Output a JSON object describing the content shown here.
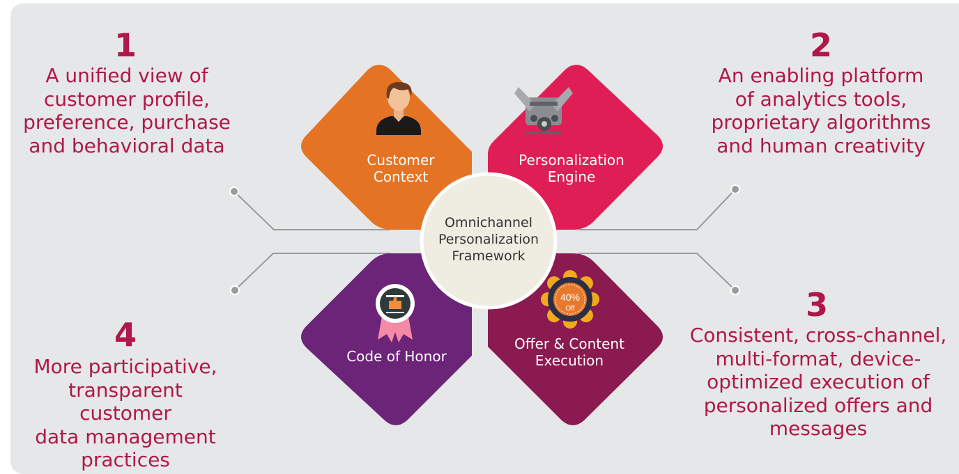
{
  "center": {
    "title": "Omnichannel\nPersonalization\nFramework"
  },
  "petals": {
    "customer_context": {
      "label": "Customer\nContext",
      "color": "#e57324",
      "icon": "person-icon"
    },
    "personalization_engine": {
      "label": "Personalization\nEngine",
      "color": "#e01e56",
      "icon": "engine-icon"
    },
    "code_of_honor": {
      "label": "Code of Honor",
      "color": "#6b2478",
      "icon": "badge-icon"
    },
    "offer_execution": {
      "label": "Offer & Content\nExecution",
      "color": "#8a1a50",
      "icon": "discount-badge-icon",
      "badge_main": "40%",
      "badge_sub": "Off"
    }
  },
  "callouts": [
    {
      "number": "1",
      "text": "A unified view of\ncustomer profile,\npreference, purchase\nand behavioral data"
    },
    {
      "number": "2",
      "text": "An enabling platform\nof analytics tools,\nproprietary algorithms\nand human creativity"
    },
    {
      "number": "3",
      "text": "Consistent, cross-channel,\nmulti-format, device-\noptimized execution of\npersonalized offers and\nmessages"
    },
    {
      "number": "4",
      "text": "More participative,\ntransparent customer\ndata management\npractices"
    }
  ],
  "colors": {
    "accent_text": "#b0174a",
    "background": "#e6e7e8",
    "connector": "#9a9a9a",
    "center_circle": "#efece1"
  }
}
